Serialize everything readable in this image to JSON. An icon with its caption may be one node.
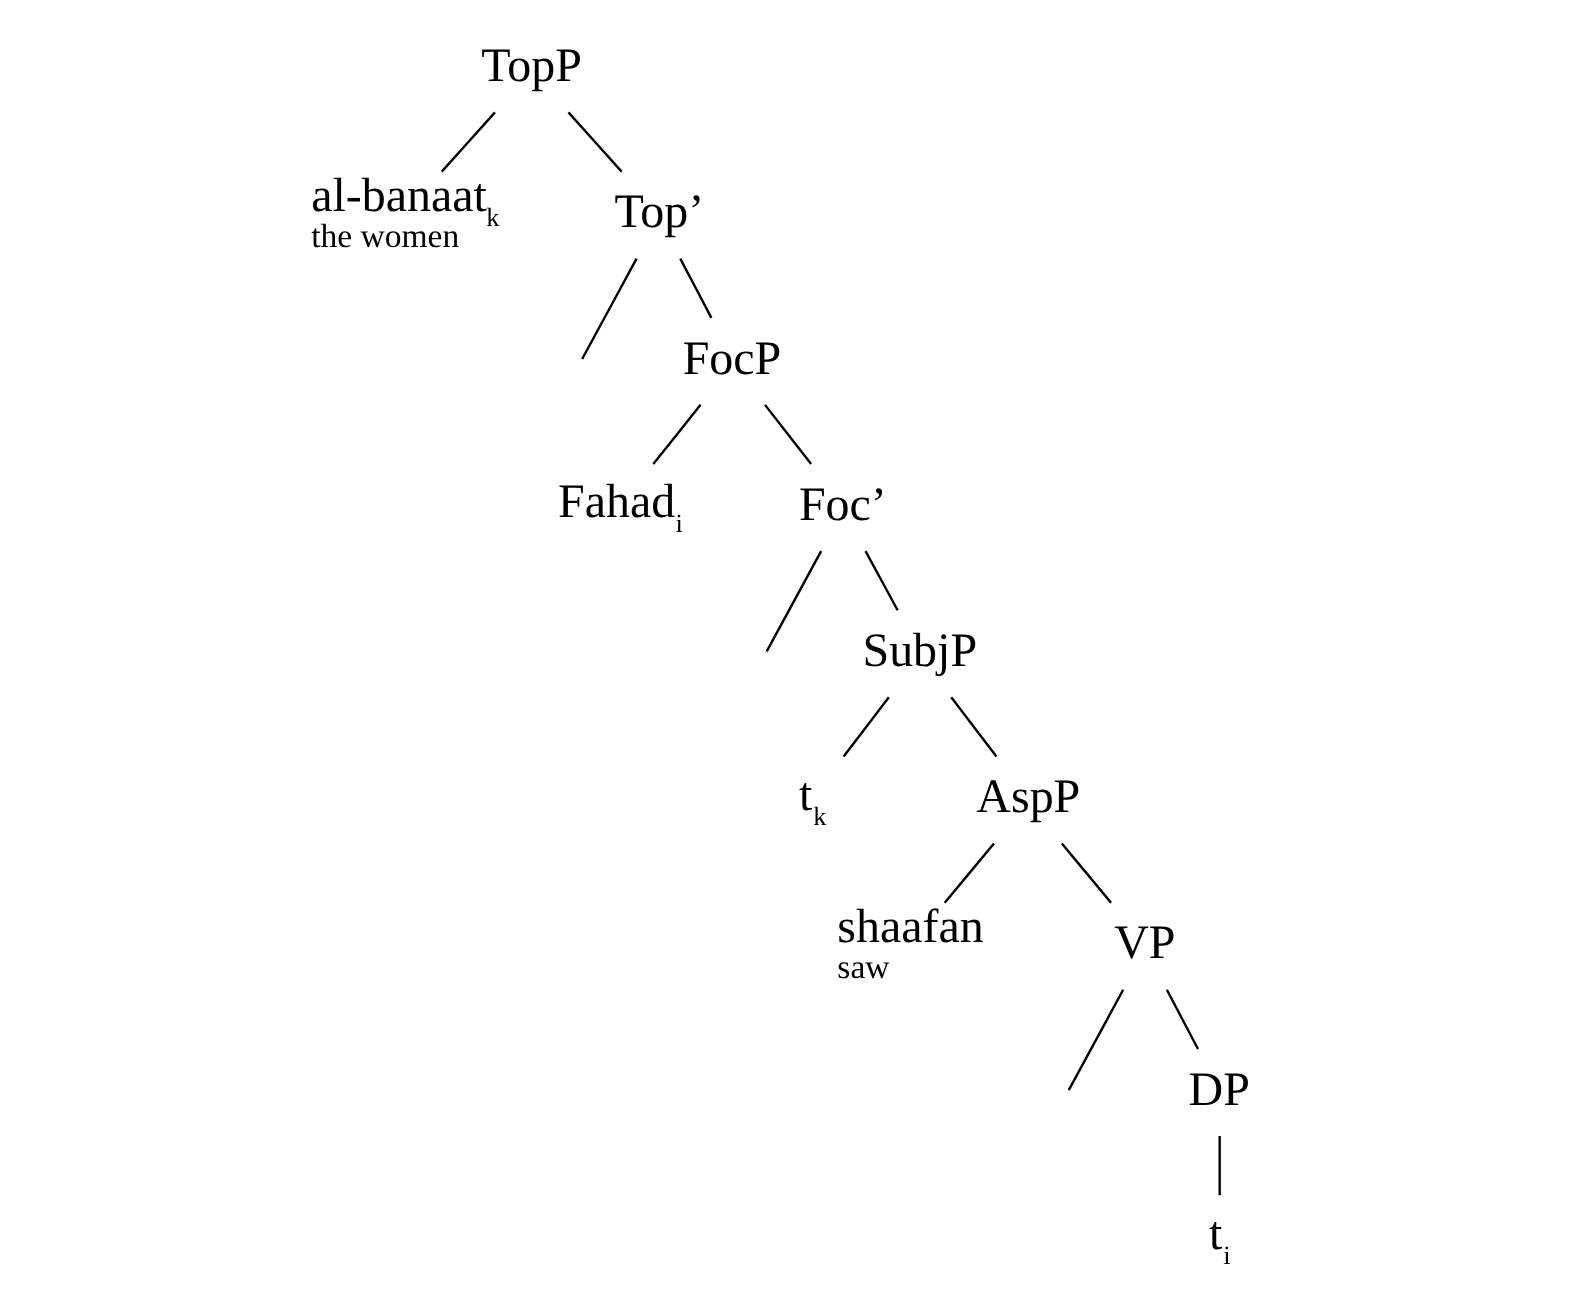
{
  "diagram": {
    "nodes": [
      {
        "text": [
          "TopP"
        ]
      },
      {
        "text": [
          "al-banaat$_{k}$"
        ],
        "beside": [
          "the women"
        ]
      },
      {
        "text": [
          "Top’"
        ]
      },
      {
        "text": [
          "FocP"
        ]
      },
      {
        "text": [
          "Fahad$_{i}$"
        ]
      },
      {
        "text": [
          "Foc’"
        ]
      },
      {
        "text": [
          "SubjP"
        ]
      },
      {
        "text": [
          "t$_{k}$"
        ]
      },
      {
        "text": [
          "AspP"
        ]
      },
      {
        "text": [
          "shaafan"
        ],
        "beside": [
          "saw"
        ]
      },
      {
        "text": [
          "VP"
        ]
      },
      {
        "text": [
          "DP"
        ]
      },
      {
        "text": [
          "t$_{i}$"
        ]
      }
    ],
    "edges": [
      {
        "from": 0,
        "to": 1,
        "arrow": "none"
      },
      {
        "from": 0,
        "to": 2,
        "arrow": "none"
      },
      {
        "from": 2,
        "to": null,
        "arrow": "none"
      },
      {
        "from": 2,
        "to": 3,
        "arrow": "none"
      },
      {
        "from": 3,
        "to": 4,
        "arrow": "none"
      },
      {
        "from": 3,
        "to": 5,
        "arrow": "none"
      },
      {
        "from": 5,
        "to": null,
        "arrow": "none"
      },
      {
        "from": 5,
        "to": 6,
        "arrow": "none"
      },
      {
        "from": 6,
        "to": 7,
        "arrow": "none"
      },
      {
        "from": 6,
        "to": 8,
        "arrow": "none"
      },
      {
        "from": 8,
        "to": 9,
        "arrow": "none"
      },
      {
        "from": 8,
        "to": 10,
        "arrow": "none"
      },
      {
        "from": 10,
        "to": null,
        "arrow": "none"
      },
      {
        "from": 10,
        "to": 11,
        "arrow": "none"
      },
      {
        "from": 11,
        "to": 12,
        "arrow": "none"
      }
    ]
  }
}
